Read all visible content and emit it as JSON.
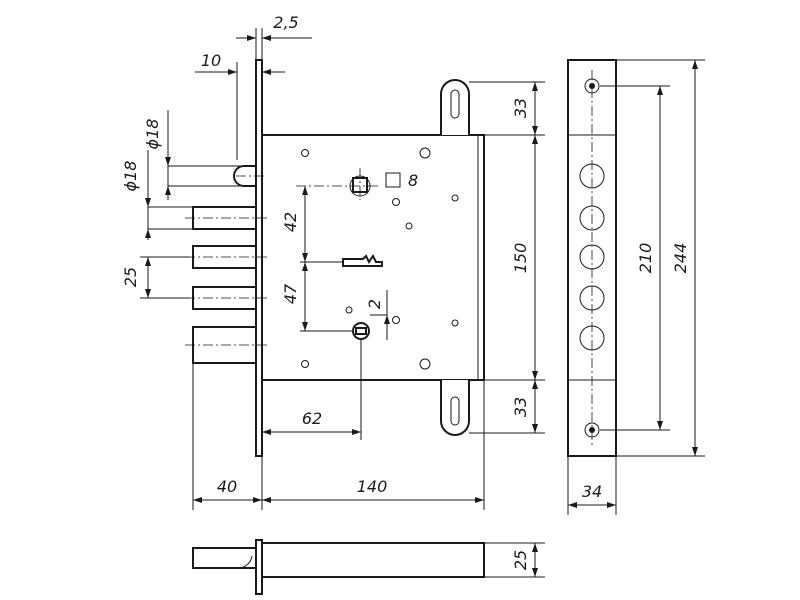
{
  "drawing": {
    "title": "Mortise lock technical drawing",
    "dimensions": {
      "plate_thickness": "2,5",
      "plate_offset": "10",
      "bolt_diameter_top": "ϕ18",
      "bolt_diameter_left": "ϕ18",
      "bolt_pitch": "25",
      "spindle_square": "8",
      "spindle_to_key": "42",
      "key_to_cylinder": "47",
      "cylinder_offset": "2",
      "backset": "62",
      "bolt_throw": "40",
      "body_width": "140",
      "body_height": "150",
      "top_tab": "33",
      "bottom_tab": "33",
      "faceplate_width": "34",
      "screw_pitch": "210",
      "faceplate_length": "244",
      "side_view_thickness": "25"
    }
  }
}
